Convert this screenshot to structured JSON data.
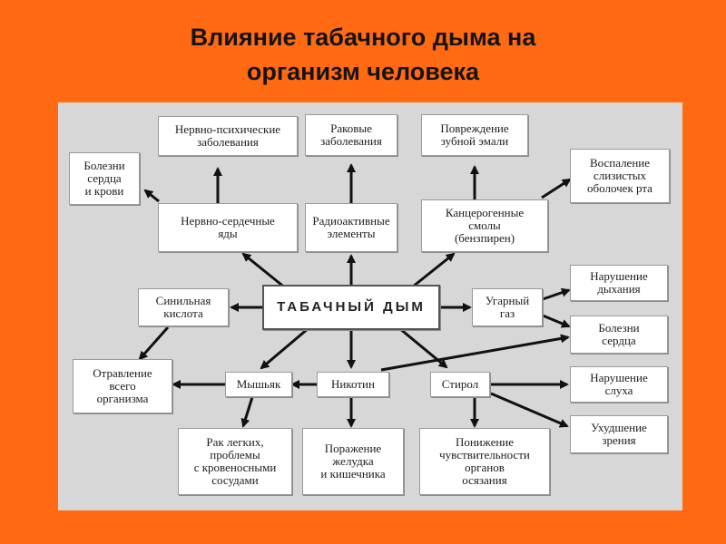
{
  "title": "Влияние табачного дыма на\nорганизм человека",
  "colors": {
    "background": "#ff6a13",
    "panel": "#d7d7d7",
    "box": "#ffffff",
    "arrow": "#111111"
  },
  "diagram": {
    "center": "ТАБАЧНЫЙ ДЫМ",
    "nodes": {
      "nervno_psihicheskie": "Нервно-психические\nзаболевания",
      "rakovye": "Раковые\nзаболевания",
      "povrezhdenie_emali": "Повреждение\nзубной эмали",
      "bolezni_serdca_krovi": "Болезни\nсердца\nи крови",
      "vospalenie_slizistyh": "Воспаление\nслизистых\nоболочек рта",
      "nervno_serdechnye": "Нервно-сердечные\nяды",
      "radioaktivnye": "Радиоактивные\nэлементы",
      "kancerogennye": "Канцерогенные\nсмолы\n(бензпирен)",
      "sinilnaya": "Синильная\nкислота",
      "ugarny_gaz": "Угарный\nгаз",
      "narushenie_dyhaniya": "Нарушение\nдыхания",
      "bolezni_serdca": "Болезни\nсердца",
      "otravlenie": "Отравление\nвсего\nорганизма",
      "myshyak": "Мышьяк",
      "nikotin": "Никотин",
      "stirol": "Стирол",
      "narushenie_sluha": "Нарушение\nслуха",
      "uhudshenie_zreniya": "Ухудшение\nзрения",
      "rak_legkih": "Рак легких,\nпроблемы\nс кровеносными\nсосудами",
      "porazhenie_zheludka": "Поражение\nжелудка\nи кишечника",
      "ponizhenie_chuvstv": "Понижение\nчувствительности\nорганов\nосязания"
    }
  }
}
